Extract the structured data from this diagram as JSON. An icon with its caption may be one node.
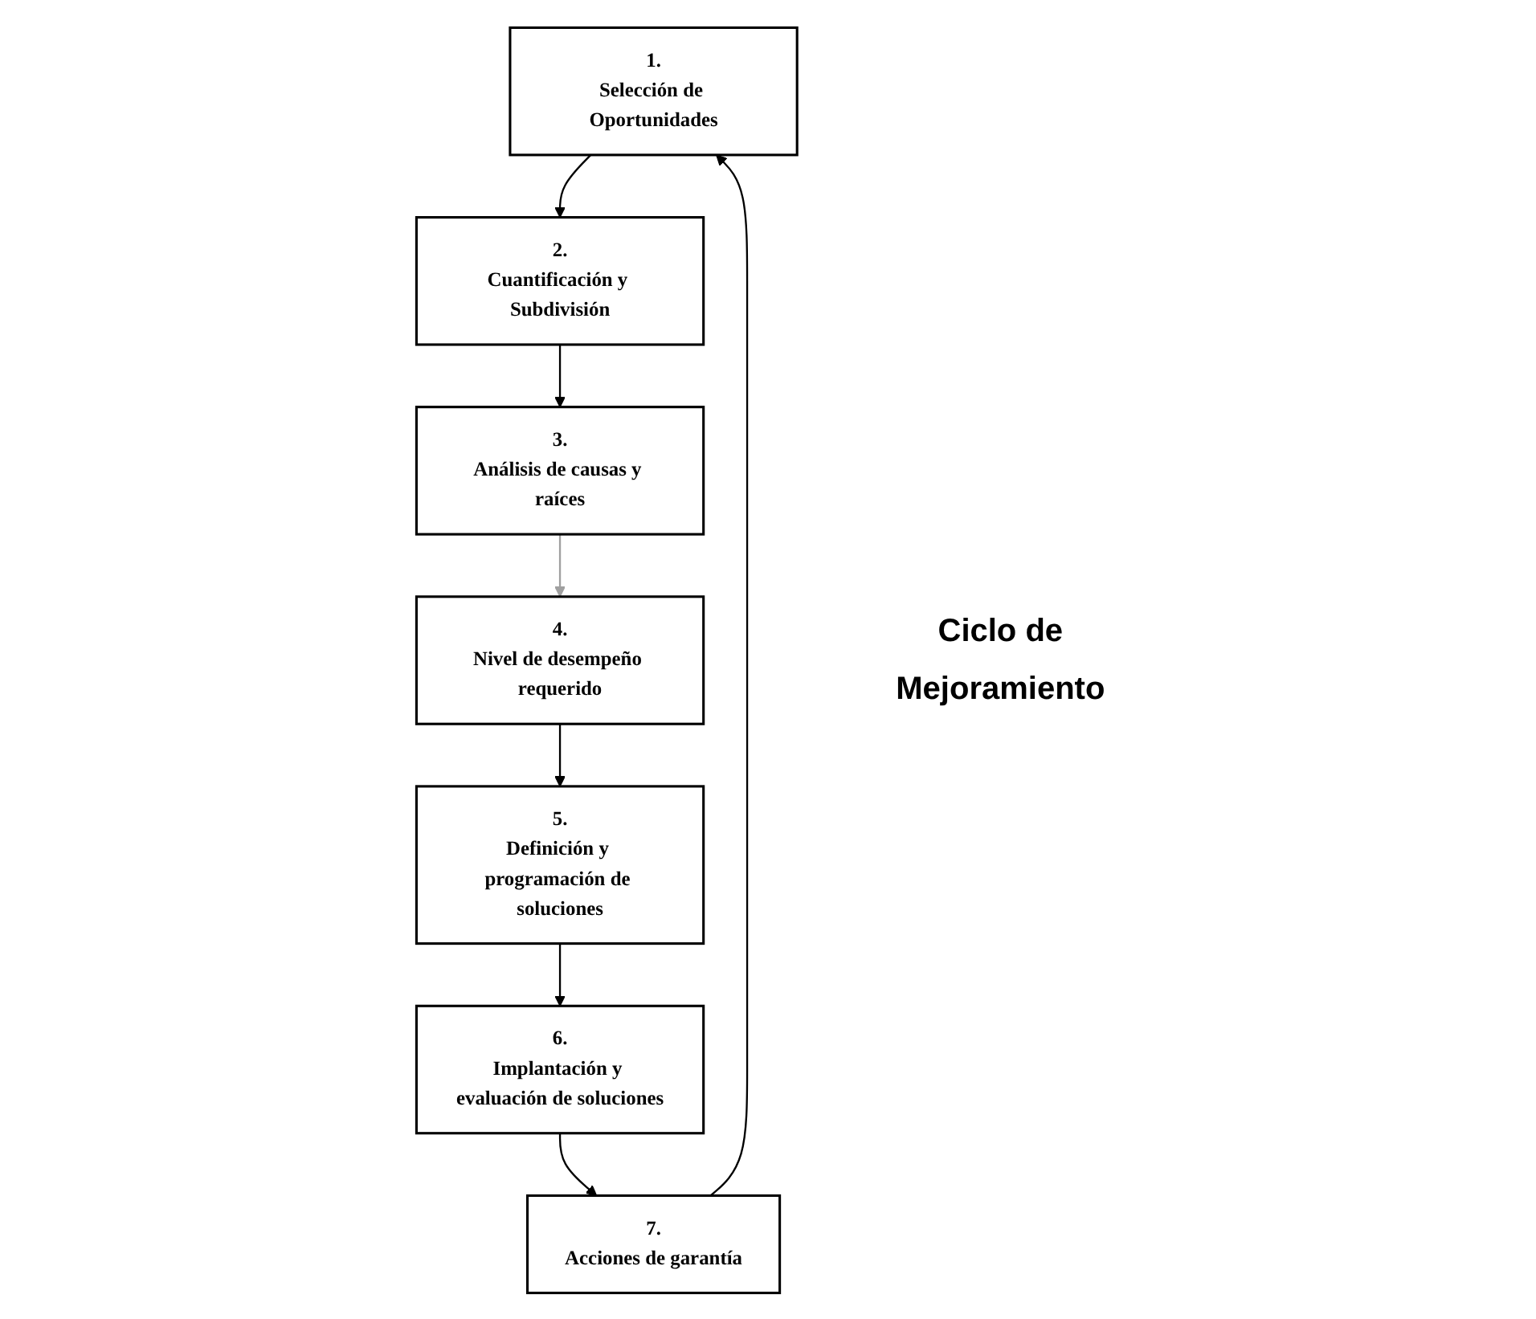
{
  "diagram": {
    "nodes": [
      {
        "text": [
          "1.",
          "Selección de Oportunidades"
        ]
      },
      {
        "text": [
          "2.",
          "Cuantificación y Subdivisión"
        ]
      },
      {
        "text": [
          "3.",
          "Análisis de causas y raíces"
        ]
      },
      {
        "text": [
          "4.",
          "Nivel de desempeño requerido"
        ]
      },
      {
        "text": [
          "5.",
          "Definición y programación de soluciones"
        ]
      },
      {
        "text": [
          "6.",
          "Implantación y evaluación de soluciones"
        ]
      },
      {
        "text": [
          "7.",
          "Acciones de garantía"
        ]
      }
    ],
    "edges": [
      {
        "from": 0,
        "to": 1,
        "arrow": "to"
      },
      {
        "from": 1,
        "to": 2,
        "arrow": "to"
      },
      {
        "from": 2,
        "to": 3,
        "arrow": "to",
        "color": "#a0a0a0"
      },
      {
        "from": 3,
        "to": 4,
        "arrow": "to"
      },
      {
        "from": 4,
        "to": 5,
        "arrow": "to"
      },
      {
        "from": 5,
        "to": 6,
        "arrow": "to"
      },
      {
        "from": 6,
        "to": 0,
        "arrow": "to"
      }
    ],
    "labels": [
      "Ciclo de Mejoramiento"
    ]
  }
}
